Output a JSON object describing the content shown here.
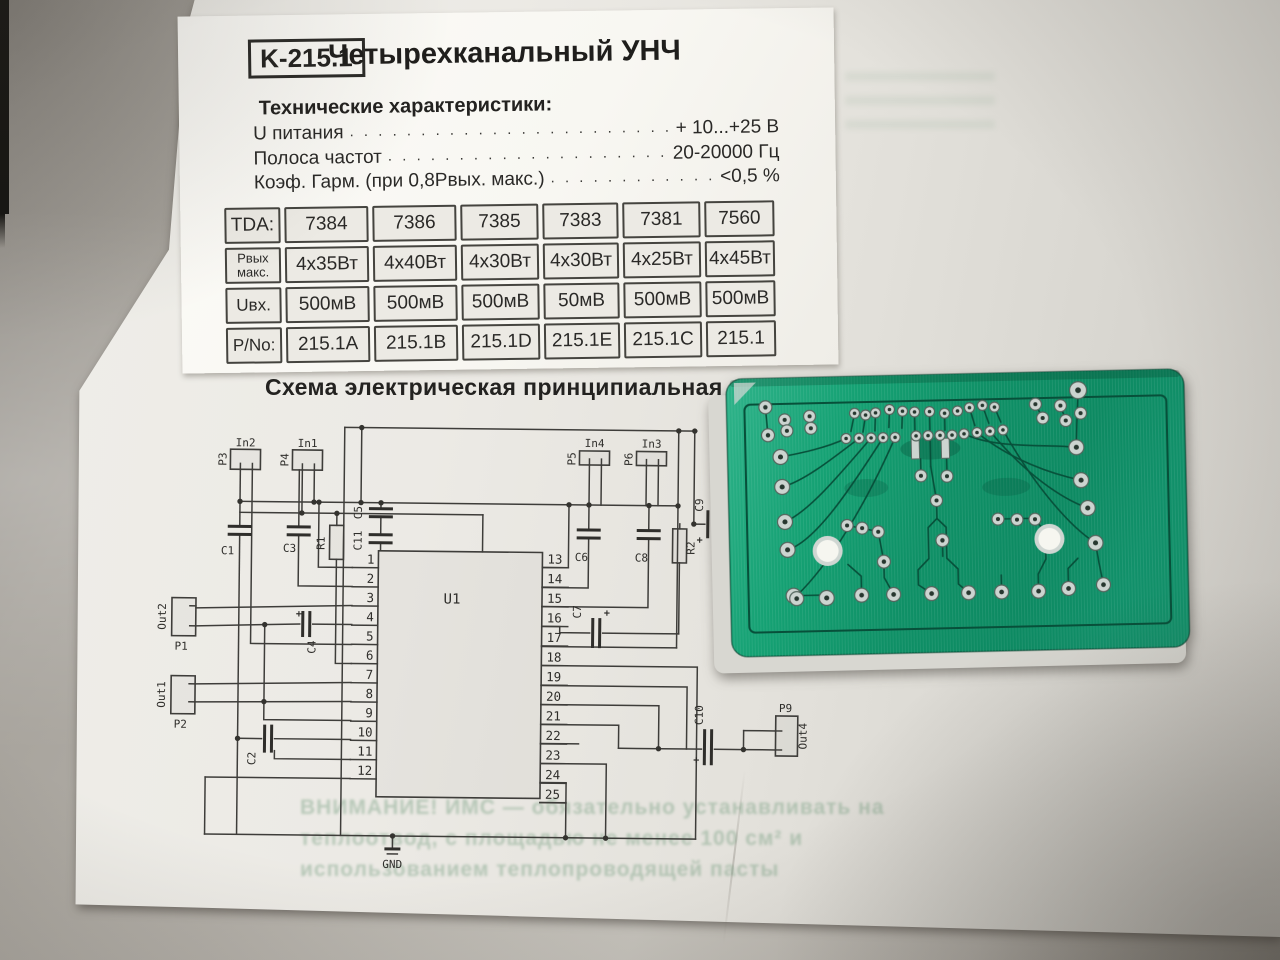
{
  "document": {
    "code": "K-215.1",
    "title": "Четырехканальный УНЧ",
    "specs_heading": "Технические характеристики:",
    "specs": [
      {
        "label": "U питания",
        "value": "+ 10...+25 В"
      },
      {
        "label": "Полоса частот",
        "value": "20-20000 Гц"
      },
      {
        "label": "Коэф. Гарм. (при 0,8Рвых. макс.)",
        "value": "<0,5 %"
      }
    ],
    "table": {
      "rows": [
        [
          "TDA:",
          "7384",
          "7386",
          "7385",
          "7383",
          "7381",
          "7560"
        ],
        [
          "Рвых макс.",
          "4x35Вт",
          "4x40Вт",
          "4x30Вт",
          "4x30Вт",
          "4x25Вт",
          "4x45Вт"
        ],
        [
          "Uвх.",
          "500мВ",
          "500мВ",
          "500мВ",
          "50мВ",
          "500мВ",
          "500мВ"
        ],
        [
          "P/No:",
          "215.1A",
          "215.1B",
          "215.1D",
          "215.1E",
          "215.1C",
          "215.1"
        ]
      ]
    },
    "schematic_heading": "Схема электрическая принципиальная"
  },
  "schematic": {
    "ic": "U1",
    "gnd": "GND",
    "left_pins": [
      "1",
      "2",
      "3",
      "4",
      "5",
      "6",
      "7",
      "8",
      "9",
      "10",
      "11",
      "12"
    ],
    "right_pins": [
      "13",
      "14",
      "15",
      "16",
      "17",
      "18",
      "19",
      "20",
      "21",
      "22",
      "23",
      "24",
      "25"
    ],
    "labels": {
      "p1": "P1",
      "p2": "P2",
      "p3": "P3",
      "p4": "P4",
      "p5": "P5",
      "p6": "P6",
      "p9": "P9",
      "in1": "In1",
      "in2": "In2",
      "in3": "In3",
      "in4": "In4",
      "out1": "Out1",
      "out2": "Out2",
      "out4": "Out4",
      "c1": "C1",
      "c2": "C2",
      "c3": "C3",
      "c4": "C4",
      "c5": "C5",
      "c6": "C6",
      "c7": "C7",
      "c8": "C8",
      "c9": "C9",
      "c10": "C10",
      "c11": "C11",
      "r1": "R1",
      "r2": "R2",
      "plus": "+"
    }
  },
  "bleed_text": {
    "lines": [
      "ВНИМАНИЕ! ИМС — обязательно устанавливать на",
      "теплоотвод, с площадью не менее 100 см² и",
      "использованием теплопроводящей пасты"
    ]
  },
  "colors": {
    "pcb_green": "#0f9066",
    "pcb_trace": "#06523c",
    "pad_silver": "#ccd4d0",
    "paper": "#f8f7f2",
    "table_surface": "#a7a39c",
    "ink": "#262522"
  }
}
